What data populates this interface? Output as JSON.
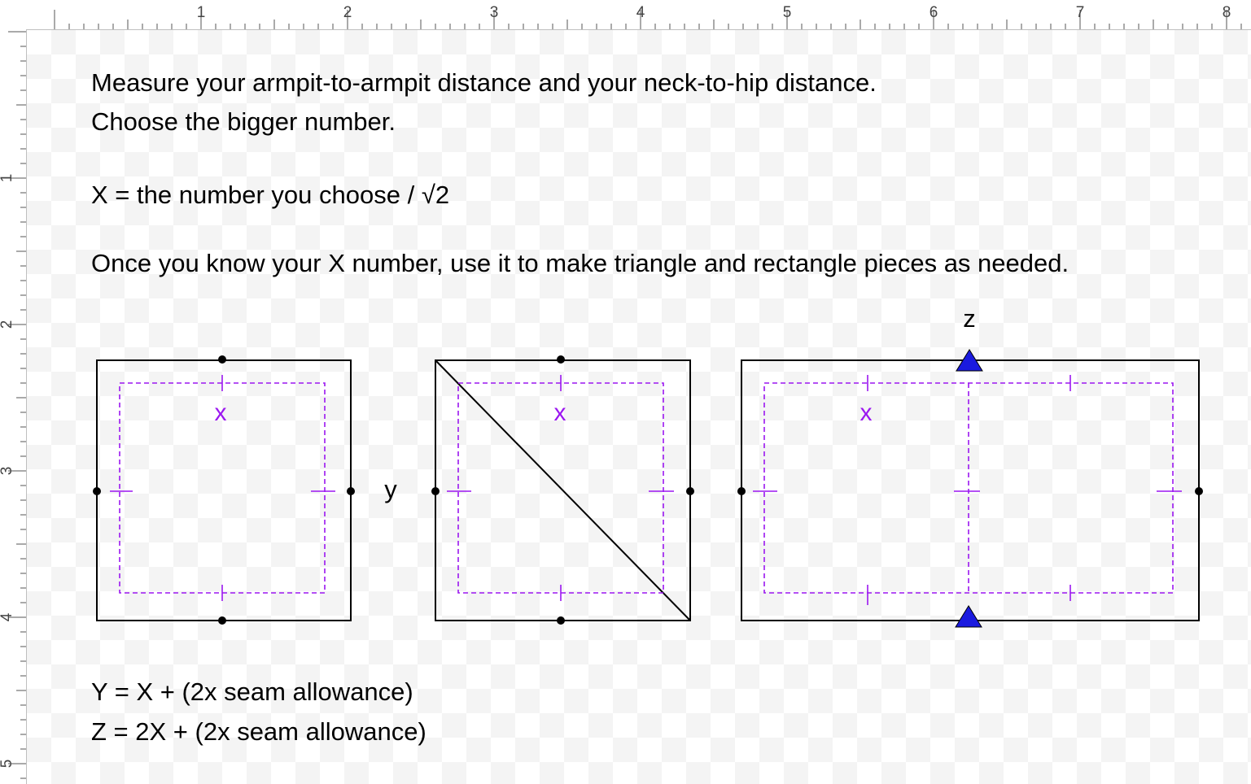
{
  "ruler": {
    "top_numbers": [
      "1",
      "2",
      "3",
      "4",
      "5",
      "6",
      "7",
      "8"
    ],
    "left_numbers": [
      "1",
      "2",
      "3",
      "4",
      "5"
    ]
  },
  "instructions": {
    "line1": "Measure your armpit-to-armpit distance and your neck-to-hip distance.",
    "line2": "Choose the bigger number.",
    "line3": "X = the number you choose / √2",
    "line4": "Once you know your X number, use it to make triangle and rectangle pieces as needed."
  },
  "diagram": {
    "square_label": "x",
    "triangle_label": "x",
    "rectangle_label": "x",
    "y_label": "y",
    "z_label": "z"
  },
  "formulas": {
    "line1": "Y = X + (2x seam allowance)",
    "line2": "Z = 2X + (2x seam allowance)"
  },
  "colors": {
    "seam_line": "#9b17f0",
    "outline": "#000000",
    "marker": "#1a1adf"
  }
}
